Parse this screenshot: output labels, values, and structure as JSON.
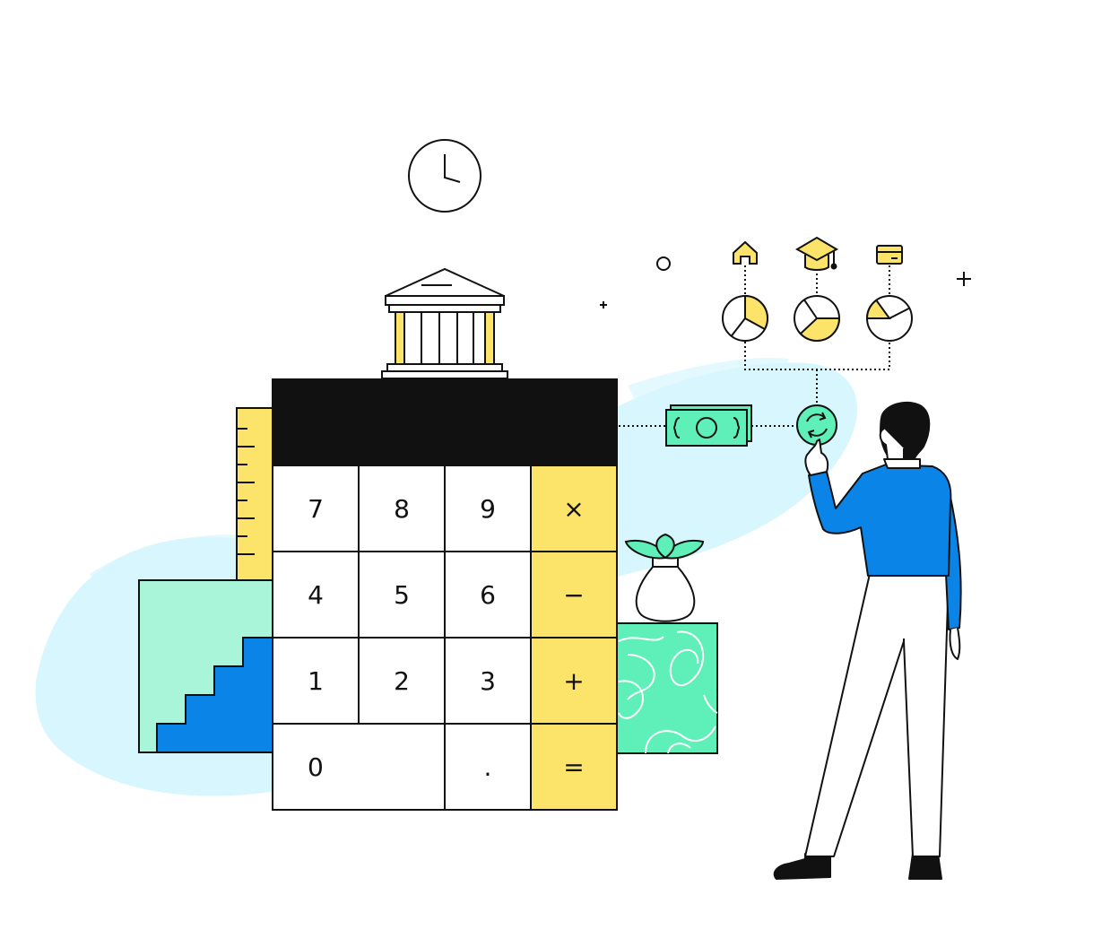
{
  "colors": {
    "ink": "#111111",
    "yellow": "#fce46a",
    "blue": "#0b84e8",
    "mint": "#5ef0b8",
    "pale_mint": "#a8f5da",
    "splash": "#d8f6fd"
  },
  "calculator": {
    "keys": {
      "k7": "7",
      "k8": "8",
      "k9": "9",
      "multiply": "×",
      "k4": "4",
      "k5": "5",
      "k6": "6",
      "minus": "−",
      "k1": "1",
      "k2": "2",
      "k3": "3",
      "plus": "+",
      "k0": "0",
      "dot": ".",
      "equals": "="
    }
  },
  "goals": [
    {
      "icon": "house-icon",
      "share": 0.33
    },
    {
      "icon": "graduation-cap-icon",
      "share": 0.38
    },
    {
      "icon": "credit-card-icon",
      "share": 0.15
    }
  ],
  "icons": [
    "clock-icon",
    "bank-icon",
    "banknote-icon",
    "refresh-icon",
    "plant-icon"
  ]
}
